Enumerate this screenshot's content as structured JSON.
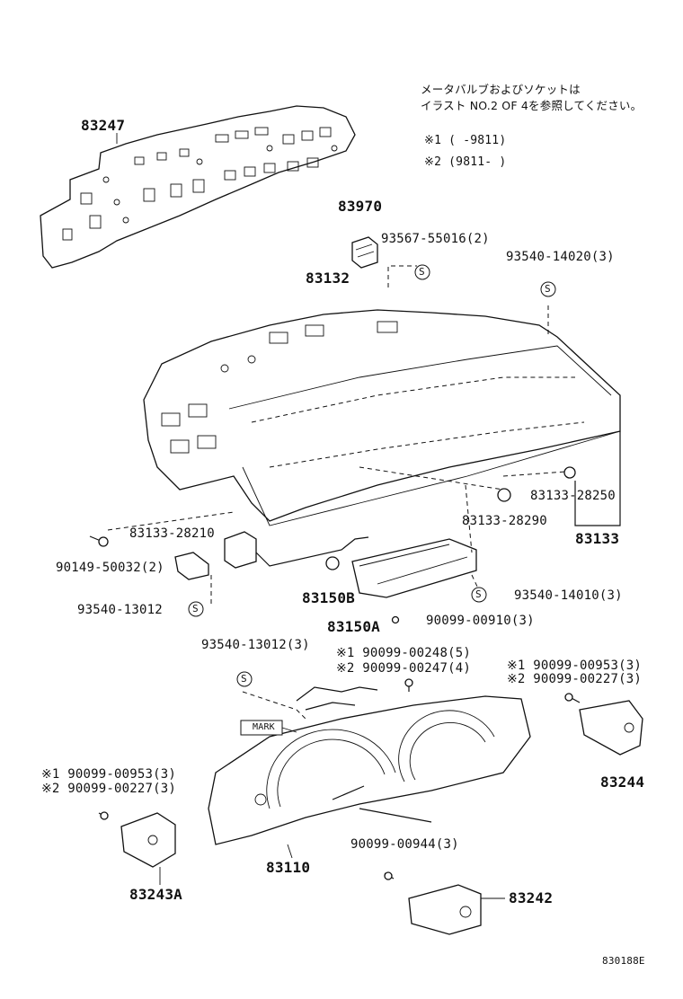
{
  "notes": {
    "line1": "メータバルブおよびソケットは",
    "line2": "イラスト NO.2 OF 4を参照してください。",
    "footnote1": "※1 (   -9811)",
    "footnote2": "※2 (9811-    )"
  },
  "symbols": {
    "screw_symbol": "S"
  },
  "mark_label": "MARK",
  "parts": {
    "p83247": "83247",
    "p83970": "83970",
    "p93567": "93567-55016(2)",
    "p93540_14020": "93540-14020(3)",
    "p83132": "83132",
    "p83133_28250": "83133-28250",
    "p83133_28290": "83133-28290",
    "p83133": "83133",
    "p83133_28210": "83133-28210",
    "p90149": "90149-50032(2)",
    "p93540_13012_a": "93540-13012",
    "p83150b": "83150B",
    "p83150a": "83150A",
    "p93540_14010": "93540-14010(3)",
    "p90099_00910": "90099-00910(3)",
    "p93540_13012_b": "93540-13012(3)",
    "p90099_00248": "※1 90099-00248(5)",
    "p90099_00247": "※2 90099-00247(4)",
    "p90099_00953_r": "※1 90099-00953(3)",
    "p90099_00227_r": "※2 90099-00227(3)",
    "p83244": "83244",
    "p90099_00953_l": "※1 90099-00953(3)",
    "p90099_00227_l": "※2 90099-00227(3)",
    "p83110": "83110",
    "p90099_00944": "90099-00944(3)",
    "p83243a": "83243A",
    "p83242": "83242"
  },
  "diagram_code": "830188E"
}
